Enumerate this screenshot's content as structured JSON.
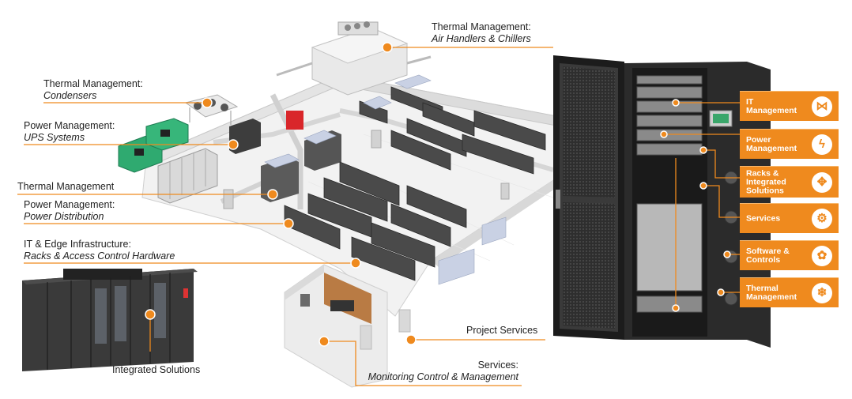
{
  "accent_color": "#ef8a1e",
  "labels": {
    "thermal_air": {
      "title": "Thermal Management:",
      "sub": "Air Handlers & Chillers"
    },
    "thermal_condensers": {
      "title": "Thermal Management:",
      "sub": "Condensers"
    },
    "power_ups": {
      "title": "Power Management:",
      "sub": "UPS Systems"
    },
    "thermal_mgmt": {
      "title": "Thermal Management"
    },
    "power_dist": {
      "title": "Power Management:",
      "sub": "Power Distribution"
    },
    "it_edge": {
      "title": "IT & Edge Infrastructure:",
      "sub": "Racks & Access Control Hardware"
    },
    "integrated": {
      "title": "Integrated Solutions"
    },
    "project_services": {
      "title": "Project Services"
    },
    "services_monitoring": {
      "title": "Services:",
      "sub": "Monitoring Control & Management"
    }
  },
  "side_panels": [
    {
      "label": "IT\nManagement",
      "icon": "network-icon",
      "glyph": "⋈"
    },
    {
      "label": "Power\nManagement",
      "icon": "lightning-icon",
      "glyph": "ϟ"
    },
    {
      "label": "Racks &\nIntegrated\nSolutions",
      "icon": "rack-icon",
      "glyph": "✥"
    },
    {
      "label": "Services",
      "icon": "gear-icon",
      "glyph": "⚙"
    },
    {
      "label": "Software &\nControls",
      "icon": "controls-icon",
      "glyph": "✿"
    },
    {
      "label": "Thermal\nManagement",
      "icon": "snowflake-icon",
      "glyph": "❄"
    }
  ]
}
